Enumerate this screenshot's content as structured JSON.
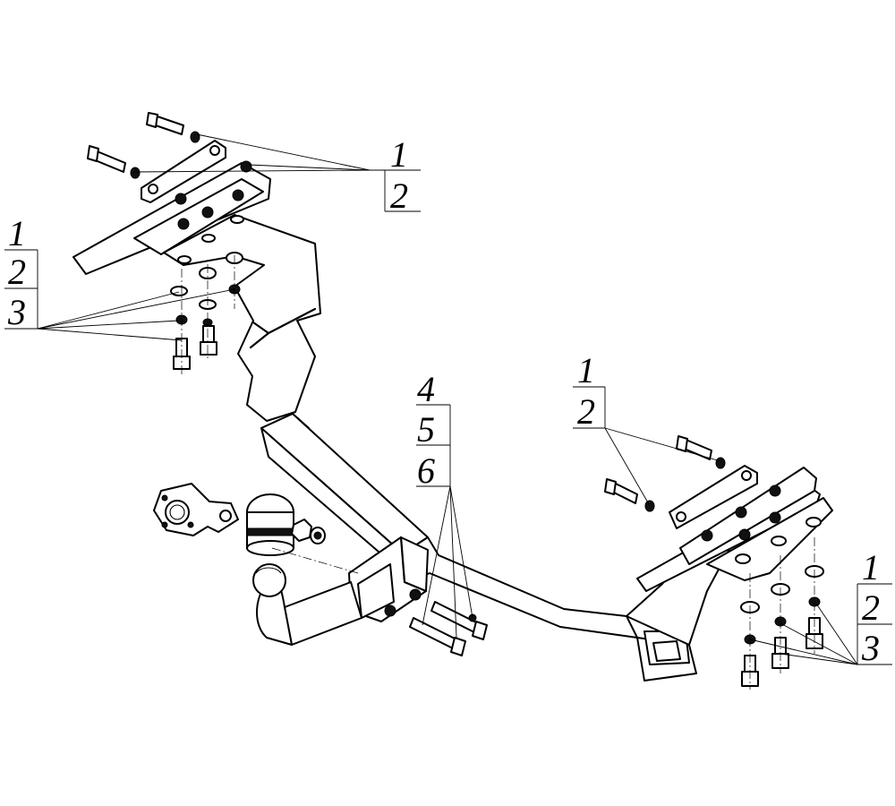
{
  "callouts": {
    "top_right": [
      "1",
      "2"
    ],
    "left": [
      "1",
      "2",
      "3"
    ],
    "center": [
      "4",
      "5",
      "6"
    ],
    "mid_right": [
      "1",
      "2"
    ],
    "bottom_right": [
      "1",
      "2",
      "3"
    ]
  }
}
